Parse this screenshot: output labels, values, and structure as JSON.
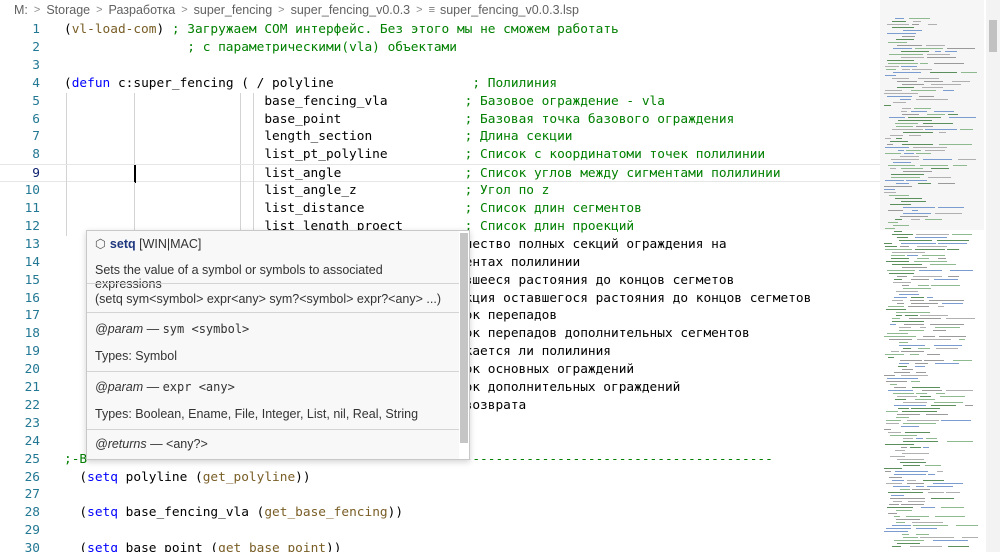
{
  "breadcrumb": [
    "M:",
    "Storage",
    "Разработка",
    "super_fencing",
    "super_fencing_v0.0.3",
    "super_fencing_v0.0.3.lsp"
  ],
  "editor": {
    "current_line": "9",
    "lines": [
      {
        "n": "1",
        "code": "(vl-load-com) ; Загружаем COM интерфейс. Без этого мы не сможем работать"
      },
      {
        "n": "2",
        "code": "                ; с параметрическими(vla) объектами"
      },
      {
        "n": "3",
        "code": ""
      },
      {
        "n": "4",
        "code": "(defun c:super_fencing ( / polyline                  ; Полилиния"
      },
      {
        "n": "5",
        "code": "                          base_fencing_vla          ; Базовое ограждение - vla"
      },
      {
        "n": "6",
        "code": "                          base_point                ; Базовая точка базового ограждения"
      },
      {
        "n": "7",
        "code": "                          length_section            ; Длина секции"
      },
      {
        "n": "8",
        "code": "                          list_pt_polyline          ; Список с координатоми точек полилинии"
      },
      {
        "n": "9",
        "code": "                          list_angle                ; Список углов между сигментами полилинии"
      },
      {
        "n": "10",
        "code": "                          list_angle_z              ; Угол по z"
      },
      {
        "n": "11",
        "code": "                          list_distance             ; Список длин сегментов"
      },
      {
        "n": "12",
        "code": "                          list_length_proect        ; Список длин проекций"
      },
      {
        "n": "13",
        "code": "                                                  личество полных секций ограждения на"
      },
      {
        "n": "14",
        "code": "                                                  гментах полилинии"
      },
      {
        "n": "15",
        "code": "                                                  тавшееся растояния до концов сегметов"
      },
      {
        "n": "16",
        "code": "                                                  оекция оставшегося растояния до концов сегметов"
      },
      {
        "n": "17",
        "code": "                                                  исок перепадов"
      },
      {
        "n": "18",
        "code": "                                                  исок перепадов дополнительных сегментов"
      },
      {
        "n": "19",
        "code": "                                                  мыкается ли полилиния"
      },
      {
        "n": "20",
        "code": "                                                  исок основных ограждений"
      },
      {
        "n": "21",
        "code": "                                                  исок дополнительных ограждений"
      },
      {
        "n": "22",
        "code": "                                                  д возврата"
      },
      {
        "n": "23",
        "code": ""
      },
      {
        "n": "24",
        "code": ""
      },
      {
        "n": "25",
        "code": ";-B                                                 ----------------------------------------"
      },
      {
        "n": "26",
        "code": "  (setq polyline (get_polyline))"
      },
      {
        "n": "27",
        "code": ""
      },
      {
        "n": "28",
        "code": "  (setq base_fencing_vla (get_base_fencing))"
      },
      {
        "n": "29",
        "code": ""
      },
      {
        "n": "30",
        "code": "  (setq base_point (get_base_point))"
      }
    ]
  },
  "hover": {
    "symbol": "setq",
    "platform": "[WIN|MAC]",
    "description": "Sets the value of a symbol or symbols to associated expressions",
    "signature": "(setq sym<symbol> expr<any> sym?<symbol> expr?<any> ...)",
    "param1_tag": "@param",
    "param1_dash": " — ",
    "param1_sig": "sym <symbol>",
    "param1_types": "Types: Symbol",
    "param2_tag": "@param",
    "param2_dash": " — ",
    "param2_sig": "expr <any>",
    "param2_types": "Types: Boolean, Ename, File, Integer, List, nil, Real, String",
    "returns_tag": "@returns",
    "returns_rest": " — <any?>"
  },
  "colors": {
    "line_number": "#237893",
    "comment": "#008000",
    "function": "#795e26",
    "keyword": "#0000ff"
  },
  "icons": {
    "hover_symbol_icon": "cube-icon",
    "file_icon": "file-lines-icon"
  }
}
